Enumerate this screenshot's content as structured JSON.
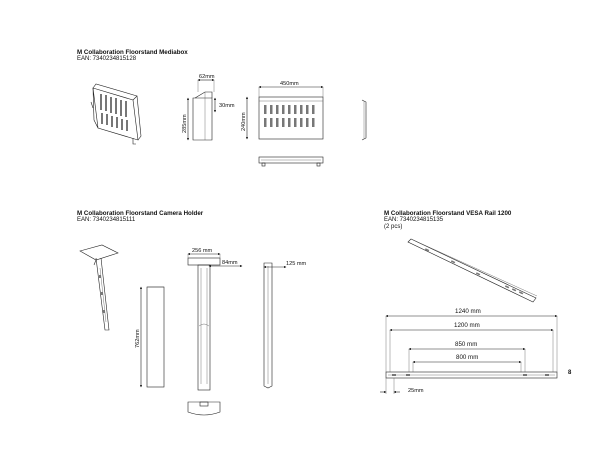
{
  "mediabox": {
    "title": "M Collaboration Floorstand Mediabox",
    "ean": "EAN: 7340234815128",
    "dims": {
      "d1": "62mm",
      "d2": "30mm",
      "d3": "285mm",
      "d4": "450mm",
      "d5": "240mm"
    }
  },
  "camera_holder": {
    "title": "M Collaboration Floorstand Camera Holder",
    "ean": "EAN: 7340234815111",
    "dims": {
      "d1": "256 mm",
      "d2": "84mm",
      "d3": "762mm",
      "d4": "125 mm"
    }
  },
  "vesa_rail": {
    "title": "M Collaboration Floorstand VESA Rail 1200",
    "ean": "EAN: 7340234815135",
    "qty": "(2 pcs)",
    "dims": {
      "d1": "1240 mm",
      "d2": "1200 mm",
      "d3": "850 mm",
      "d4": "800 mm",
      "d5": "25mm"
    }
  },
  "page_number": "8"
}
